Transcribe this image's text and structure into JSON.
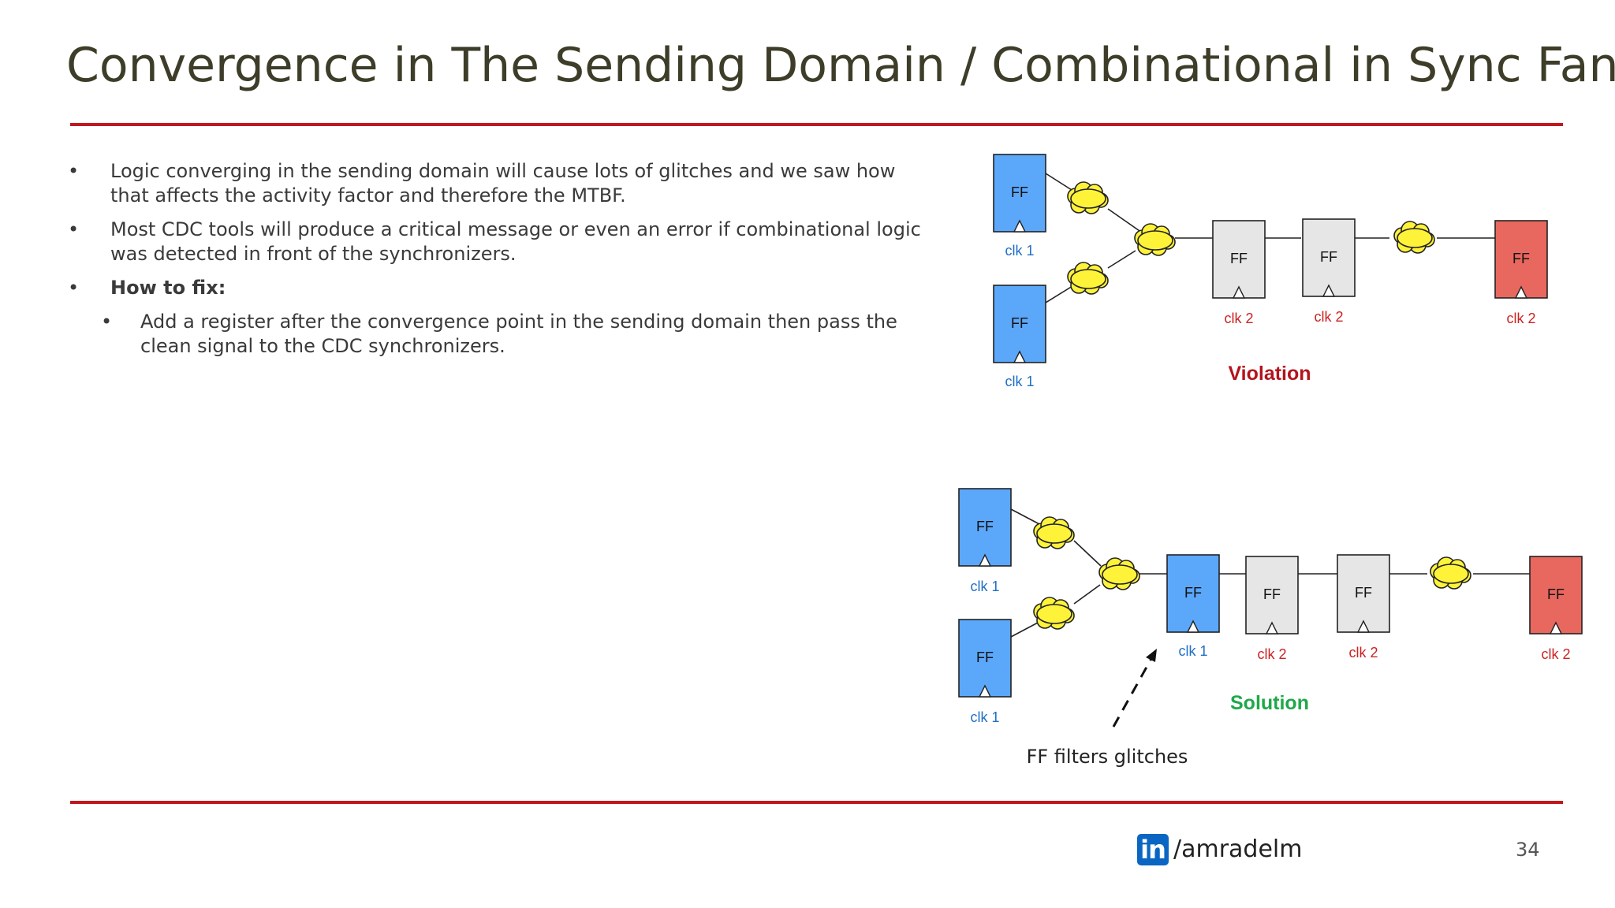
{
  "slide": {
    "title": "Convergence in The Sending Domain / Combinational in Sync Fan-in",
    "bullets": {
      "b1": "Logic converging in the sending domain will cause lots of glitches and we saw how that affects the activity factor and therefore the MTBF.",
      "b2": "Most CDC tools will produce a critical message or even an error if combinational logic was detected in front of the synchronizers.",
      "b3": "How to fix:",
      "b3_sub": "Add a register after the convergence point in the sending domain then pass the clean signal to the CDC synchronizers."
    },
    "bullet_glyph": "•"
  },
  "diagrams": {
    "ff_label": "FF",
    "clk1": "clk 1",
    "clk2": "clk 2",
    "violation_label": "Violation",
    "solution_label": "Solution",
    "annotation": "FF filters glitches",
    "colors": {
      "blue_ff": "#5ba8fb",
      "gray_ff": "#e6e6e6",
      "red_ff": "#e8675f",
      "cloud": "#fff33a",
      "clk1_text": "#1f6fc4",
      "clk2_text": "#cc2222",
      "violation_text": "#b3141c",
      "solution_text": "#1fa84a"
    }
  },
  "footer": {
    "logo": "in",
    "handle": "/amradelm",
    "page": "34"
  }
}
